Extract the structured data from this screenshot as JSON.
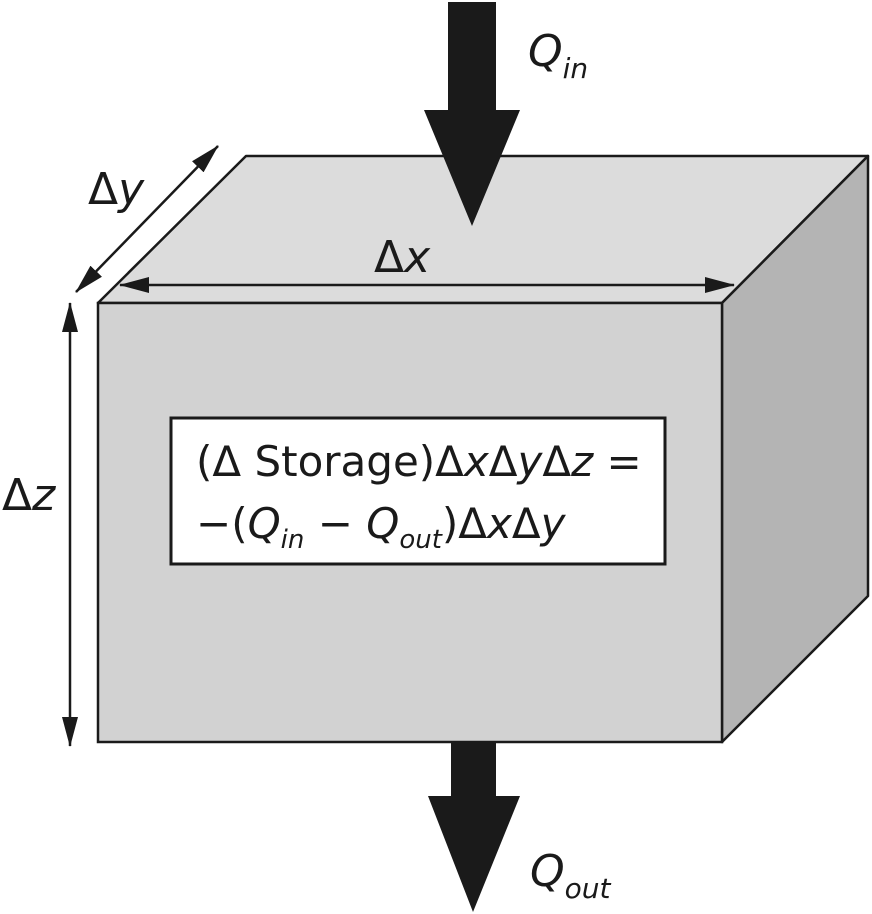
{
  "labels": {
    "delta_y": {
      "delta": "Δ",
      "var": "y"
    },
    "delta_x": {
      "delta": "Δ",
      "var": "x"
    },
    "delta_z": {
      "delta": "Δ",
      "var": "z"
    },
    "q_in": {
      "symbol": "Q",
      "subscript": "in"
    },
    "q_out": {
      "symbol": "Q",
      "subscript": "out"
    }
  },
  "equation": {
    "line1": {
      "open": "(Δ Storage)Δ",
      "x": "x",
      "d1": "Δ",
      "y": "y",
      "d2": "Δ",
      "z": "z",
      "eq": " ="
    },
    "line2": {
      "open": "−(",
      "q1": "Q",
      "s1": "in",
      "minus": " − ",
      "q2": "Q",
      "s2": "out",
      "close": ")Δ",
      "x": "x",
      "d": "Δ",
      "y": "y"
    }
  },
  "colors": {
    "front_face": "#d2d2d2",
    "top_face": "#dcdcdc",
    "side_face": "#b4b4b4",
    "outline": "#1a1a1a",
    "arrow": "#1a1a1a",
    "equation_box": "#ffffff"
  }
}
